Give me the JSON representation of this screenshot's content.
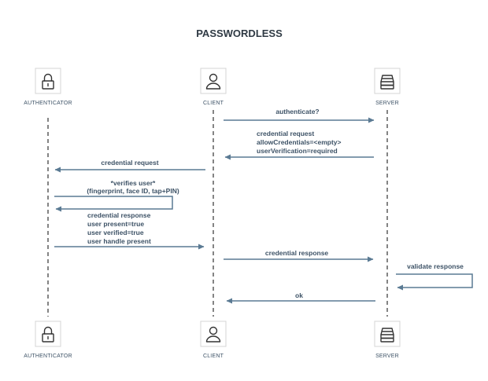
{
  "title": "PASSWORDLESS",
  "actors": {
    "authenticator": {
      "label": "AUTHENTICATOR",
      "icon": "lock-icon"
    },
    "client": {
      "label": "CLIENT",
      "icon": "user-icon"
    },
    "server": {
      "label": "SERVER",
      "icon": "server-icon"
    }
  },
  "messages": [
    {
      "from": "client",
      "to": "server",
      "lines": [
        "authenticate?"
      ]
    },
    {
      "from": "server",
      "to": "client",
      "lines": [
        "credential request",
        "allowCredentials=<empty>",
        "userVerification=required"
      ]
    },
    {
      "from": "client",
      "to": "authenticator",
      "lines": [
        "credential request"
      ]
    },
    {
      "from": "authenticator",
      "to": "authenticator",
      "lines": [
        "*verifies user*",
        "(fingerprint, face ID, tap+PIN)"
      ]
    },
    {
      "from": "authenticator",
      "to": "client",
      "lines": [
        "credential response",
        "user present=true",
        "user verified=true",
        "user handle present"
      ]
    },
    {
      "from": "client",
      "to": "server",
      "lines": [
        "credential response"
      ]
    },
    {
      "from": "server",
      "to": "server",
      "lines": [
        "validate response"
      ]
    },
    {
      "from": "server",
      "to": "client",
      "lines": [
        "ok"
      ]
    }
  ],
  "colors": {
    "arrow": "#5a7a93",
    "text": "#3d5266",
    "title": "#2f3a44"
  }
}
